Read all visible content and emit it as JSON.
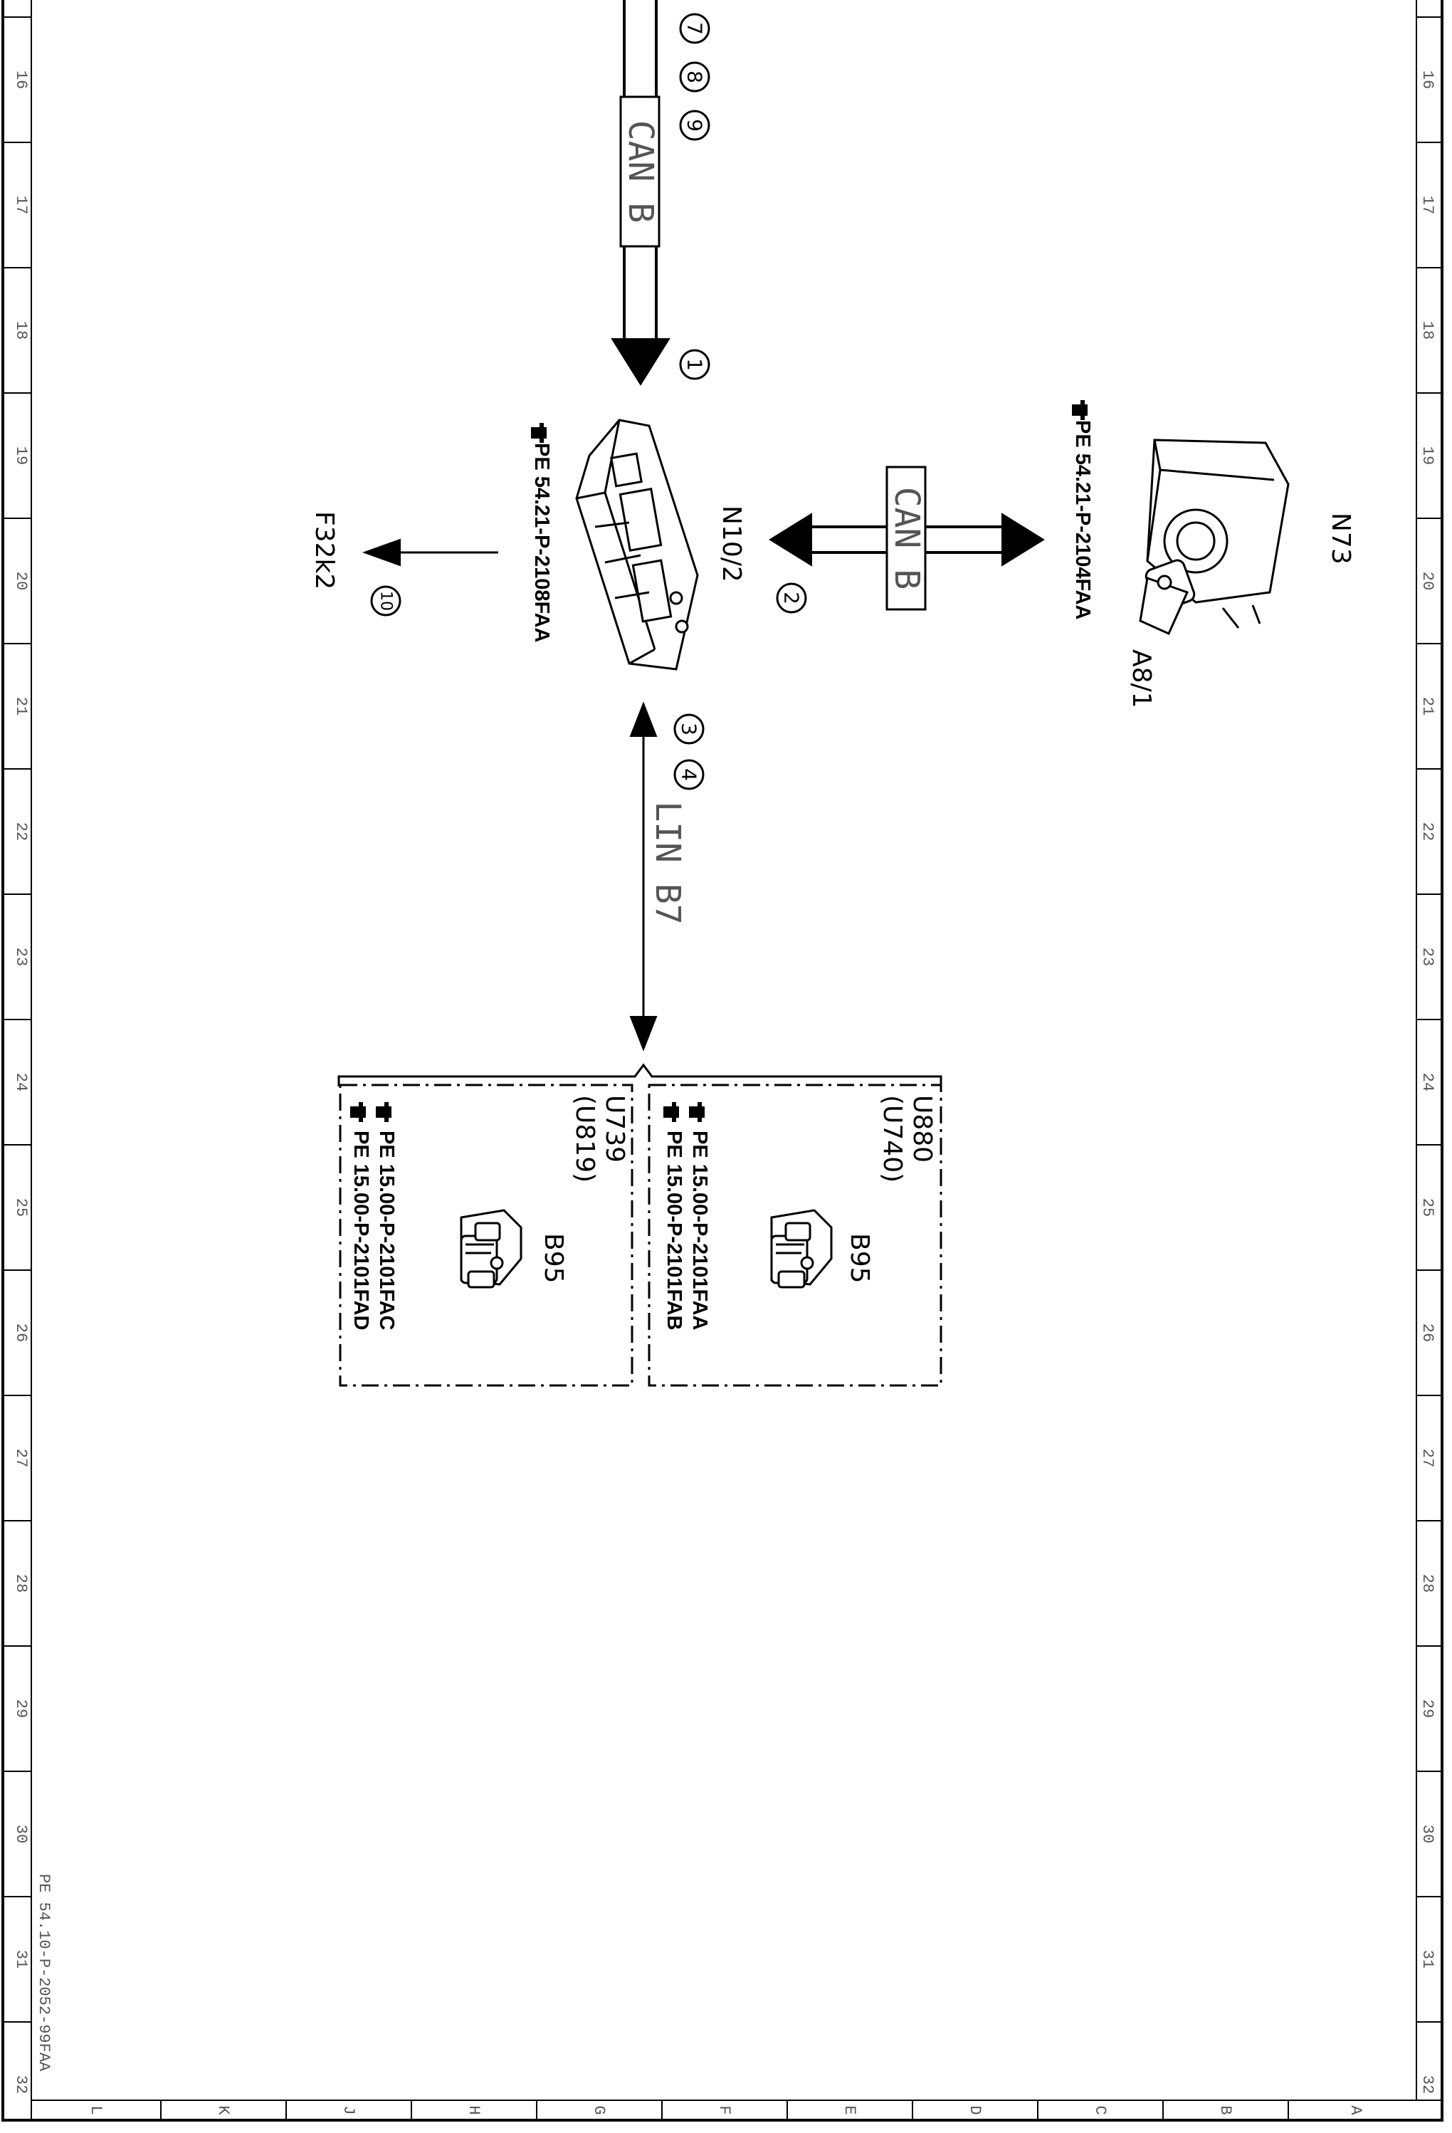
{
  "row_numbers": [
    "16",
    "17",
    "18",
    "19",
    "20",
    "21",
    "22",
    "23",
    "24",
    "25",
    "26",
    "27",
    "28",
    "29",
    "30",
    "31",
    "32"
  ],
  "column_letters": [
    "L",
    "K",
    "J",
    "H",
    "G",
    "F",
    "E",
    "D",
    "C",
    "B",
    "A"
  ],
  "drawing_id": "PE 54.10-P-2052-99FAA",
  "buses": {
    "can_top": "CAN B",
    "can_mid": "CAN B",
    "lin": "LIN B7"
  },
  "callouts": [
    "7",
    "8",
    "9",
    "1",
    "2",
    "3",
    "4",
    "10"
  ],
  "components": {
    "n73": {
      "label": "N73",
      "sub": "A8/1",
      "doc": "PE 54.21-P-2104FAA"
    },
    "n10": {
      "label": "N10/2",
      "doc": "PE 54.21-P-2108FAA"
    },
    "f32": {
      "label": "F32k2"
    },
    "group_right": {
      "code": "U880",
      "alt": "(U740)",
      "label": "B95",
      "docs": [
        "PE 15.00-P-2101FAA",
        "PE 15.00-P-2101FAB"
      ]
    },
    "group_left": {
      "code": "U739",
      "alt": "(U819)",
      "label": "B95",
      "docs": [
        "PE 15.00-P-2101FAC",
        "PE 15.00-P-2101FAD"
      ]
    }
  },
  "colors": {
    "line": "#000000",
    "bus_text": "#555555",
    "background": "#ffffff"
  }
}
